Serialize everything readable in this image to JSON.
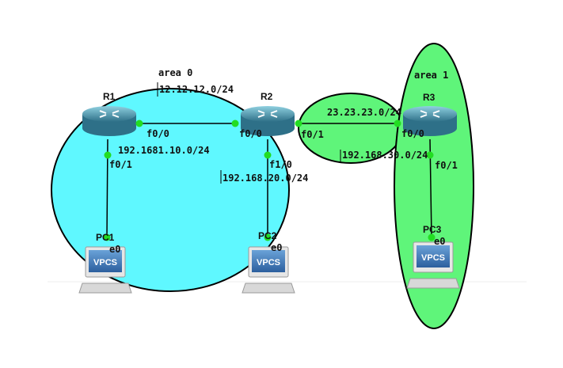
{
  "colors": {
    "area0": "#5ff8ff",
    "area1": "#5ff57a",
    "link_dot": "#22dd22",
    "router_body": "#3f8aa0",
    "router_top": "#7fc3d6"
  },
  "areas": {
    "area0_label": "area 0",
    "area1_label": "area 1"
  },
  "networks": {
    "r1_r2": "12.12.12.0/24",
    "r2_r3": "23.23.23.0/24",
    "r1_pc1": "192.1681.10.0/24",
    "r2_pc2": "192.168.20.0/24",
    "r3_pc3": "192.168.30.0/24"
  },
  "devices": {
    "r1": "R1",
    "r2": "R2",
    "r3": "R3",
    "pc1": "PC1",
    "pc2": "PC2",
    "pc3": "PC3",
    "vpcs": "VPCS"
  },
  "interfaces": {
    "r1_f00": "f0/0",
    "r1_f01": "f0/1",
    "r2_f00": "f0/0",
    "r2_f01": "f0/1",
    "r2_f10": "f1/0",
    "r3_f00": "f0/0",
    "r3_f01": "f0/1",
    "pc1_e0": "e0",
    "pc2_e0": "e0",
    "pc3_e0": "e0"
  }
}
